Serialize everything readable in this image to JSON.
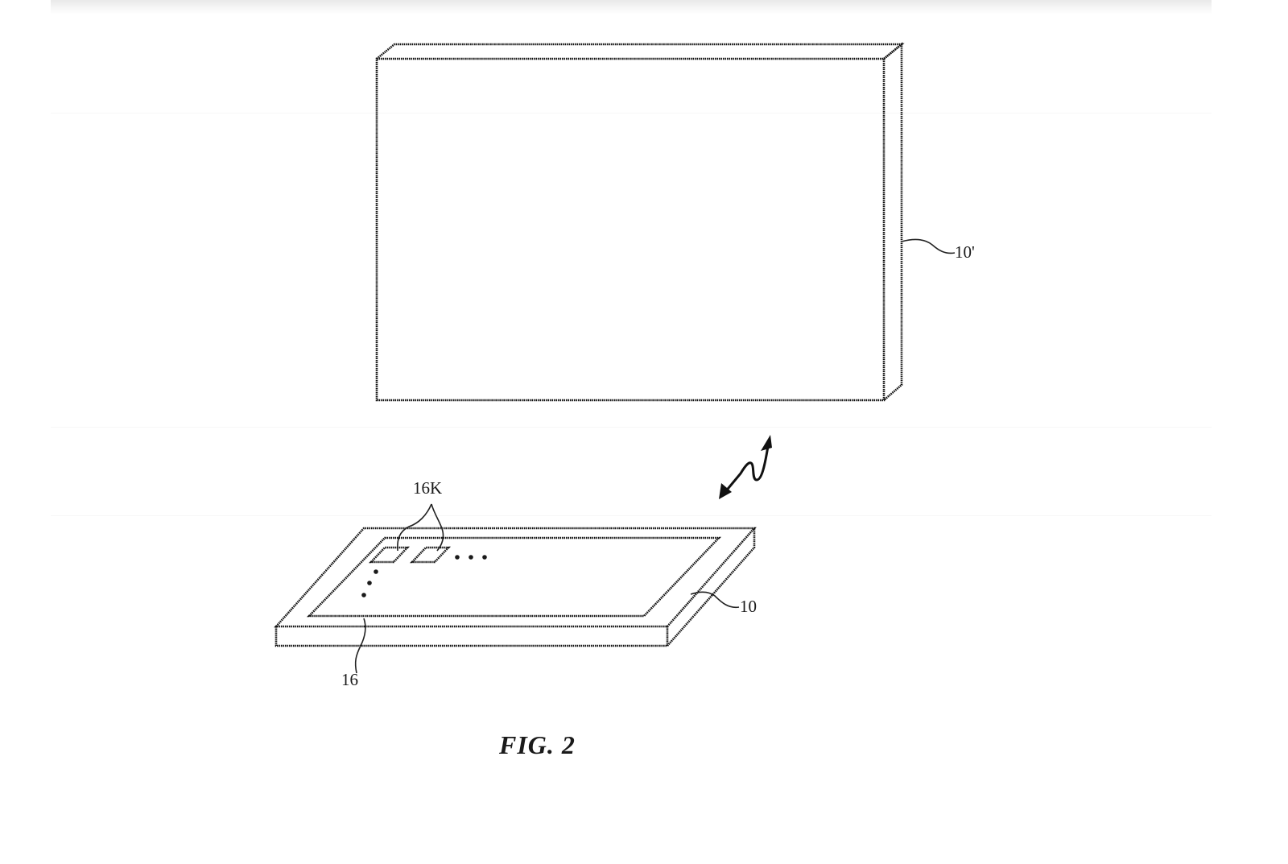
{
  "figure": {
    "caption": "FIG. 2",
    "reference_labels": {
      "external_display": "10'",
      "device": "10",
      "keyboard_region": "16",
      "keys": "16K"
    },
    "elements": {
      "external_display": {
        "description": "large rectangular display panel",
        "label_ref": "10'"
      },
      "wireless_link": {
        "description": "bidirectional zig-zag wireless arrow"
      },
      "device": {
        "description": "flat tablet-like device with keyboard region",
        "label_ref": "10"
      },
      "keyboard_region": {
        "description": "inner rectangular region of device surface",
        "label_ref": "16"
      },
      "keys": {
        "description": "two illustrated key squares with ellipsis dots",
        "label_ref": "16K"
      }
    },
    "colors": {
      "ink": "#111111",
      "background": "#ffffff",
      "top_shadow": "#e9e9e9"
    }
  }
}
